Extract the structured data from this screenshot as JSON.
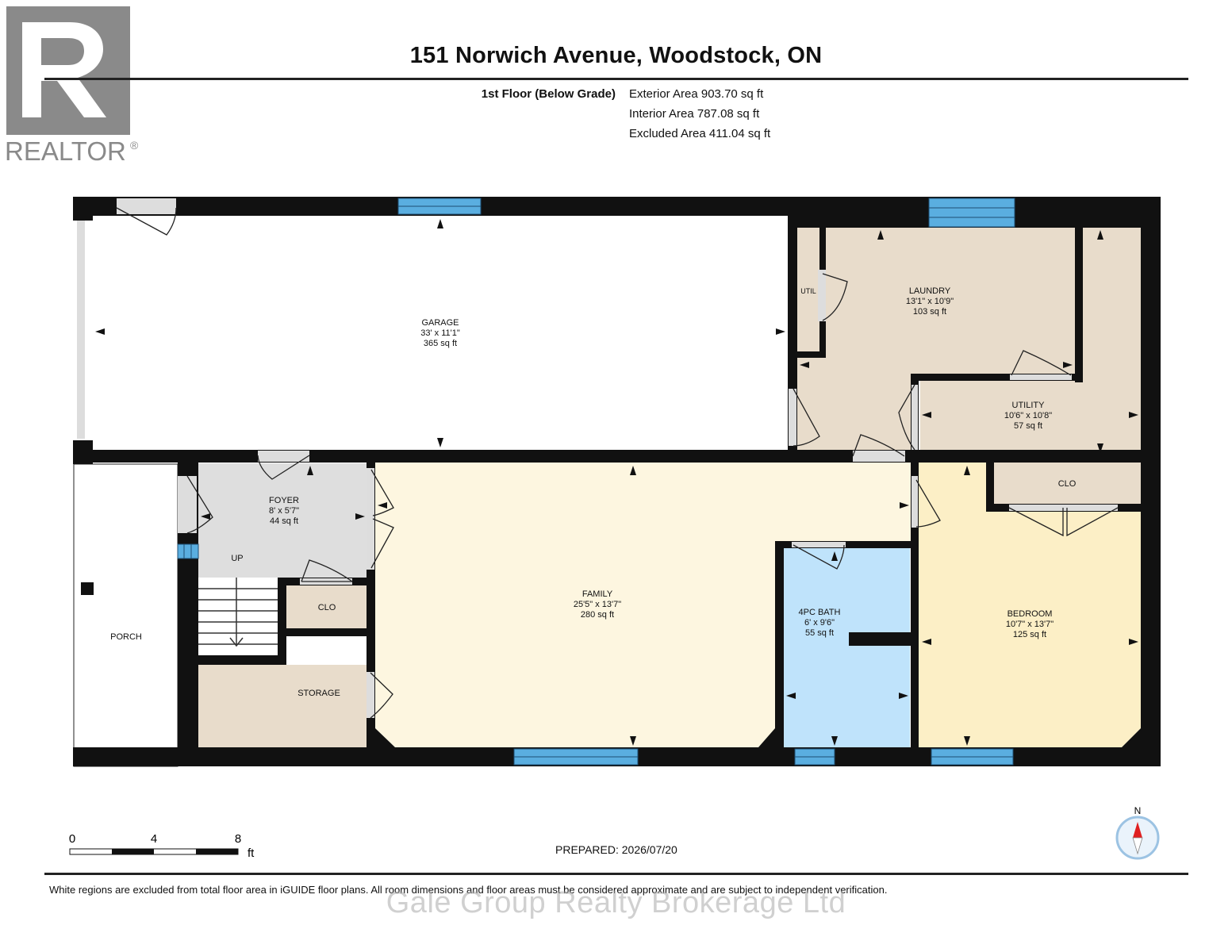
{
  "logo": {
    "text": "REALTOR",
    "reg": "®"
  },
  "header": {
    "address": "151 Norwich Avenue, Woodstock, ON",
    "floor": "1st Floor (Below Grade)",
    "exterior_area": "Exterior Area 903.70 sq ft",
    "interior_area": "Interior Area 787.08 sq ft",
    "excluded_area": "Excluded Area 411.04 sq ft"
  },
  "rooms": {
    "garage": {
      "name": "GARAGE",
      "dims": "33' x 11'1\"",
      "area": "365 sq ft"
    },
    "laundry": {
      "name": "LAUNDRY",
      "dims": "13'1\" x 10'9\"",
      "area": "103 sq ft"
    },
    "util": {
      "name": "UTIL"
    },
    "utility": {
      "name": "UTILITY",
      "dims": "10'6\" x 10'8\"",
      "area": "57 sq ft"
    },
    "foyer": {
      "name": "FOYER",
      "dims": "8' x 5'7\"",
      "area": "44 sq ft"
    },
    "up": {
      "name": "UP"
    },
    "clo_foyer": {
      "name": "CLO"
    },
    "storage": {
      "name": "STORAGE"
    },
    "porch": {
      "name": "PORCH"
    },
    "family": {
      "name": "FAMILY",
      "dims": "25'5\" x 13'7\"",
      "area": "280 sq ft"
    },
    "bath": {
      "name": "4PC BATH",
      "dims": "6' x 9'6\"",
      "area": "55 sq ft"
    },
    "bedroom": {
      "name": "BEDROOM",
      "dims": "10'7\" x 13'7\"",
      "area": "125 sq ft"
    },
    "clo_bedroom": {
      "name": "CLO"
    }
  },
  "scale": {
    "labels": [
      "0",
      "4",
      "8"
    ],
    "unit": "ft"
  },
  "compass": {
    "label": "N"
  },
  "footer": {
    "prepared": "PREPARED: 2026/07/20",
    "disclaimer": "White regions are excluded from total floor area in iGUIDE floor plans. All room dimensions and floor areas must be considered approximate and are subject to independent verification.",
    "watermark": "Gale Group Realty Brokerage Ltd"
  },
  "colors": {
    "wall": "#111111",
    "garage": "#ffffff",
    "laundry": "#e8dccb",
    "foyer": "#dedede",
    "family": "#fdf6e0",
    "bath": "#bfe3fb",
    "bedroom": "#fcefc6",
    "window": "#5aaee0",
    "logo": "#8a8a8a"
  }
}
